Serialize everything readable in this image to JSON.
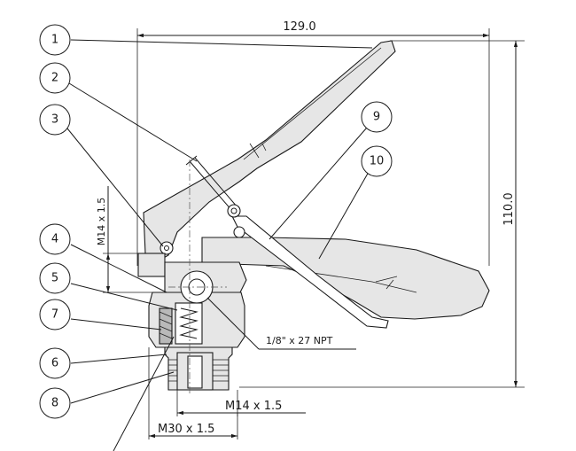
{
  "callouts": [
    "1",
    "2",
    "3",
    "4",
    "5",
    "7",
    "6",
    "8",
    "9",
    "10"
  ],
  "dimensions": {
    "overall_width": "129.0",
    "overall_height": "110.0",
    "left_thread": "M14 x 1.5",
    "npt_port": "1/8\" x 27 NPT",
    "bottom_thread": "M14 x 1.5",
    "base_thread": "M30 x 1.5"
  }
}
